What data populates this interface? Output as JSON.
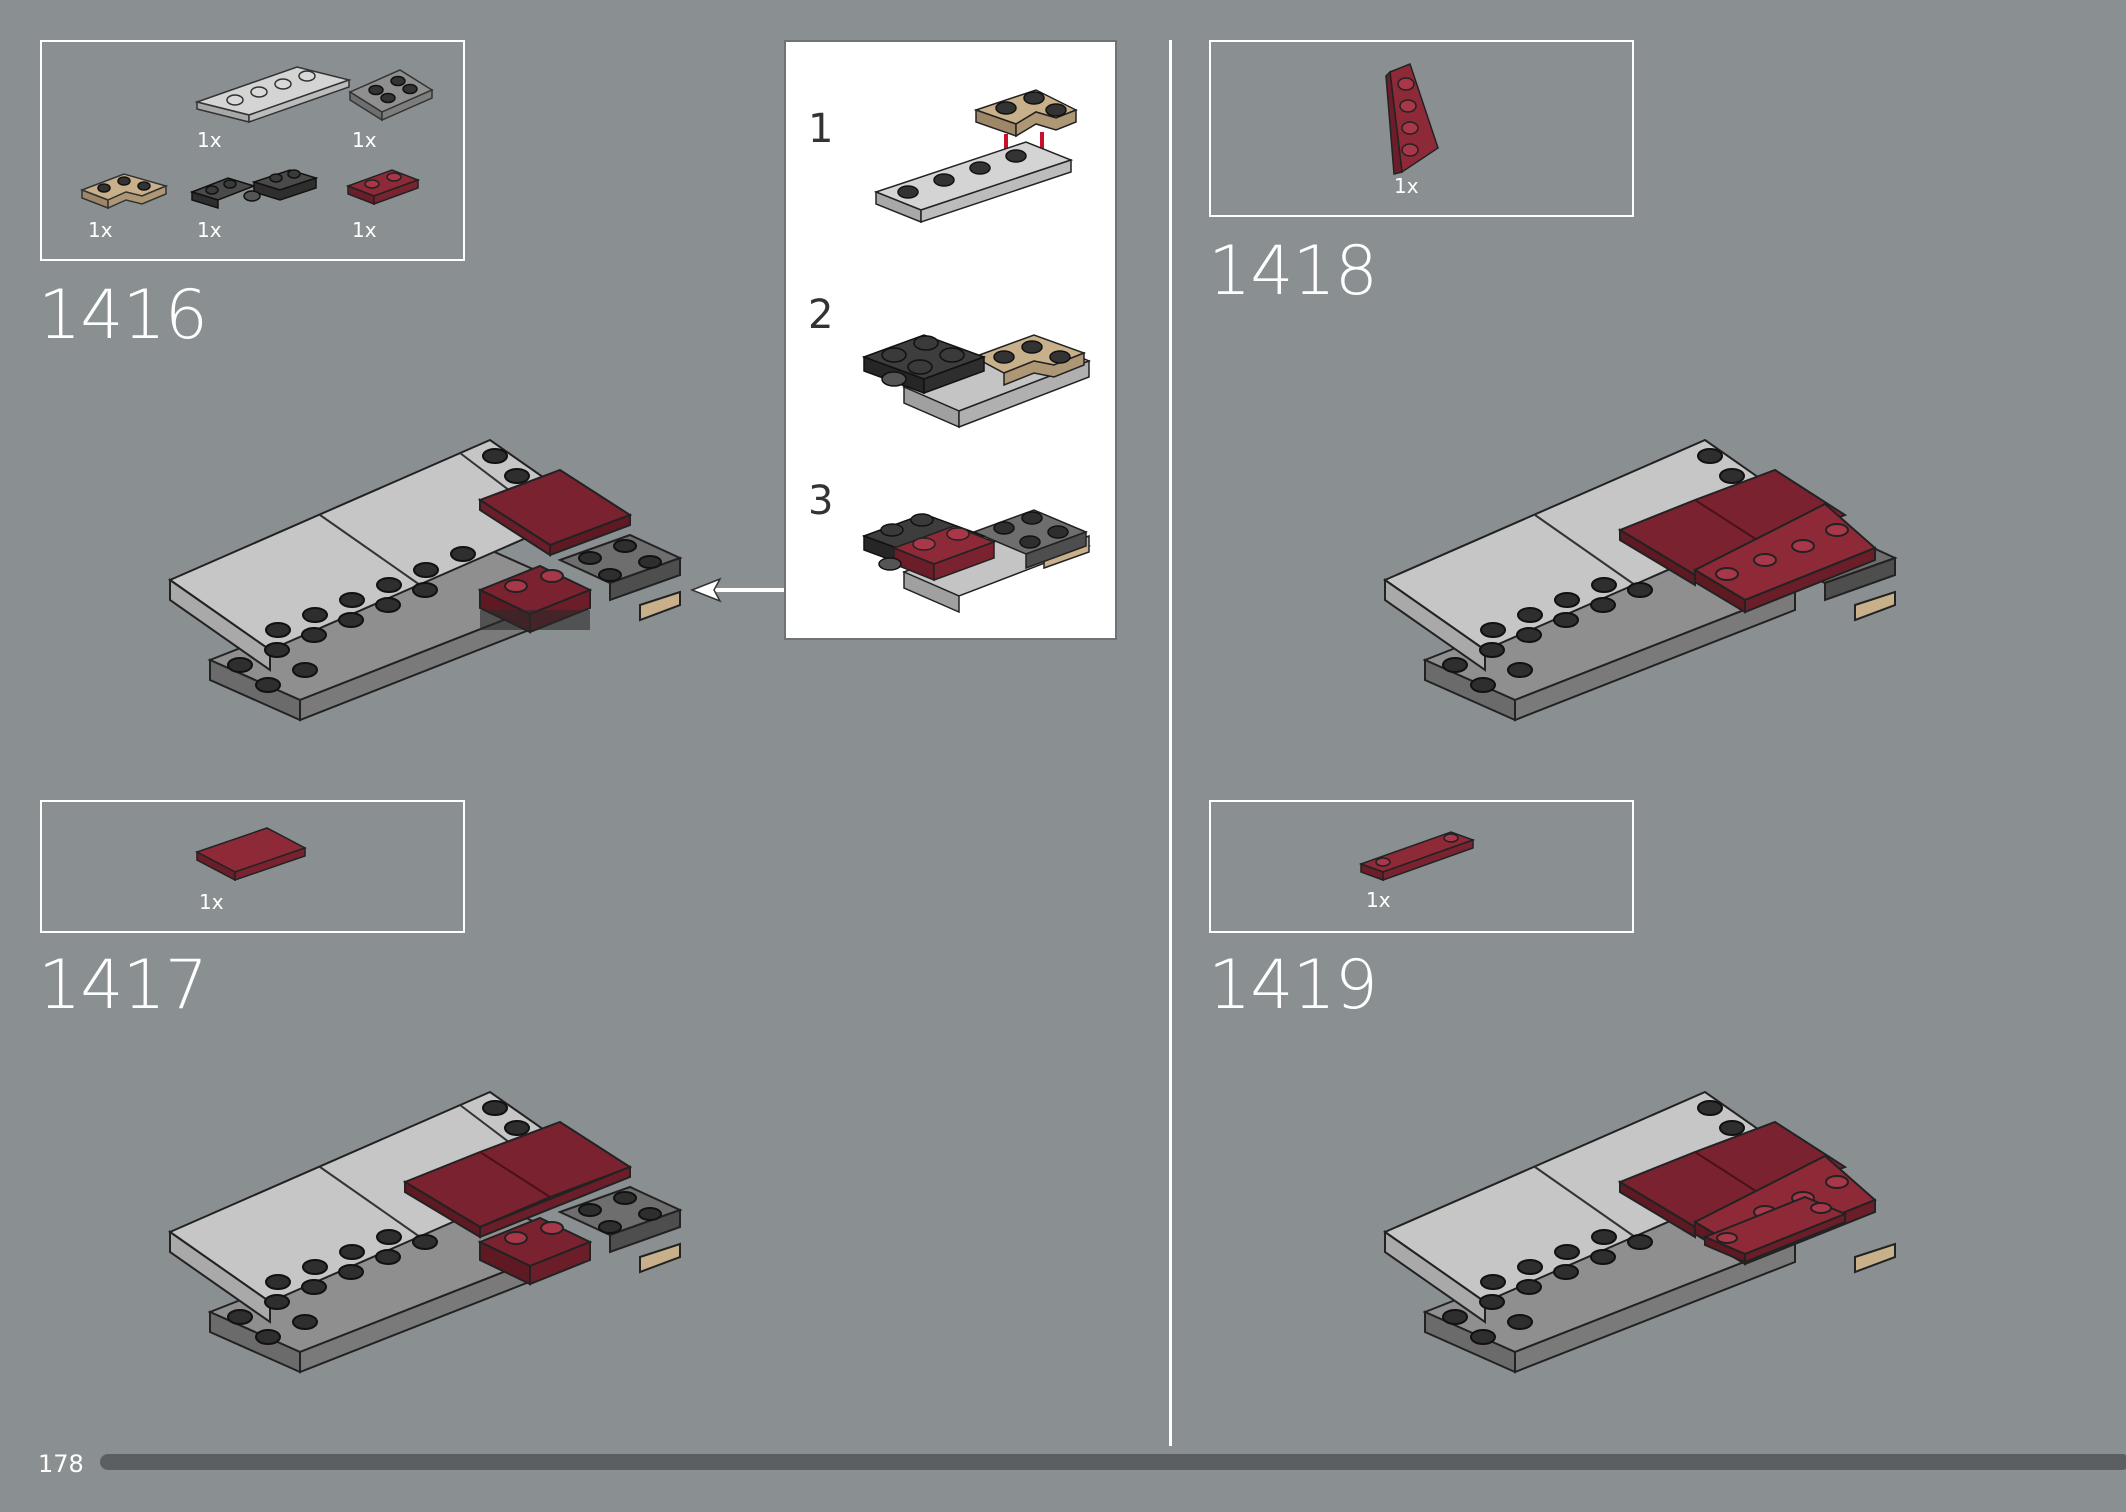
{
  "page": {
    "number": "178"
  },
  "steps": [
    {
      "number": "1416",
      "parts": [
        {
          "qty": "1x"
        },
        {
          "qty": "1x"
        },
        {
          "qty": "1x"
        },
        {
          "qty": "1x"
        },
        {
          "qty": "1x"
        }
      ]
    },
    {
      "number": "1417",
      "parts": [
        {
          "qty": "1x"
        }
      ]
    },
    {
      "number": "1418",
      "parts": [
        {
          "qty": "1x"
        }
      ]
    },
    {
      "number": "1419",
      "parts": [
        {
          "qty": "1x"
        }
      ]
    }
  ],
  "substeps": [
    {
      "number": "1"
    },
    {
      "number": "2"
    },
    {
      "number": "3"
    }
  ],
  "colors": {
    "background": "#8a9092",
    "dark_red": "#7b2230",
    "tan": "#b9a27f",
    "light_gray": "#c9c9c9",
    "dark_gray": "#3d3d3d",
    "medium_gray": "#8f8f8f"
  },
  "progress": {
    "fraction": 1.0
  }
}
